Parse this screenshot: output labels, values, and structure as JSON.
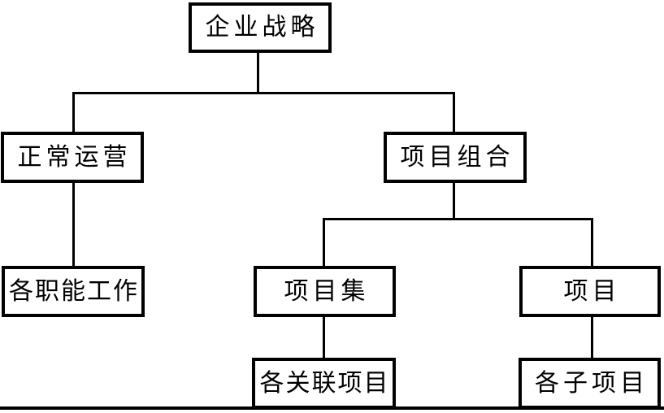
{
  "figure": {
    "type": "tree-diagram",
    "background_color": "#ffffff",
    "line_color": "#000000",
    "text_color": "#000000"
  },
  "nodes": [
    {
      "id": "enterprise-strategy",
      "label": "企业战略",
      "level": 1
    },
    {
      "id": "normal-operations",
      "label": "正常运营",
      "level": 2
    },
    {
      "id": "project-portfolio",
      "label": "项目组合",
      "level": 2
    },
    {
      "id": "functional-work",
      "label": "各职能工作",
      "level": 3
    },
    {
      "id": "program",
      "label": "项目集",
      "level": 3
    },
    {
      "id": "project",
      "label": "项目",
      "level": 3
    },
    {
      "id": "related-projects",
      "label": "各关联项目",
      "level": 4
    },
    {
      "id": "sub-projects",
      "label": "各子项目",
      "level": 4
    }
  ],
  "edges": [
    {
      "from": "企业战略",
      "to": "正常运营"
    },
    {
      "from": "企业战略",
      "to": "项目组合"
    },
    {
      "from": "正常运营",
      "to": "各职能工作"
    },
    {
      "from": "项目组合",
      "to": "项目集"
    },
    {
      "from": "项目组合",
      "to": "项目"
    },
    {
      "from": "项目集",
      "to": "各关联项目"
    },
    {
      "from": "项目",
      "to": "各子项目"
    }
  ]
}
